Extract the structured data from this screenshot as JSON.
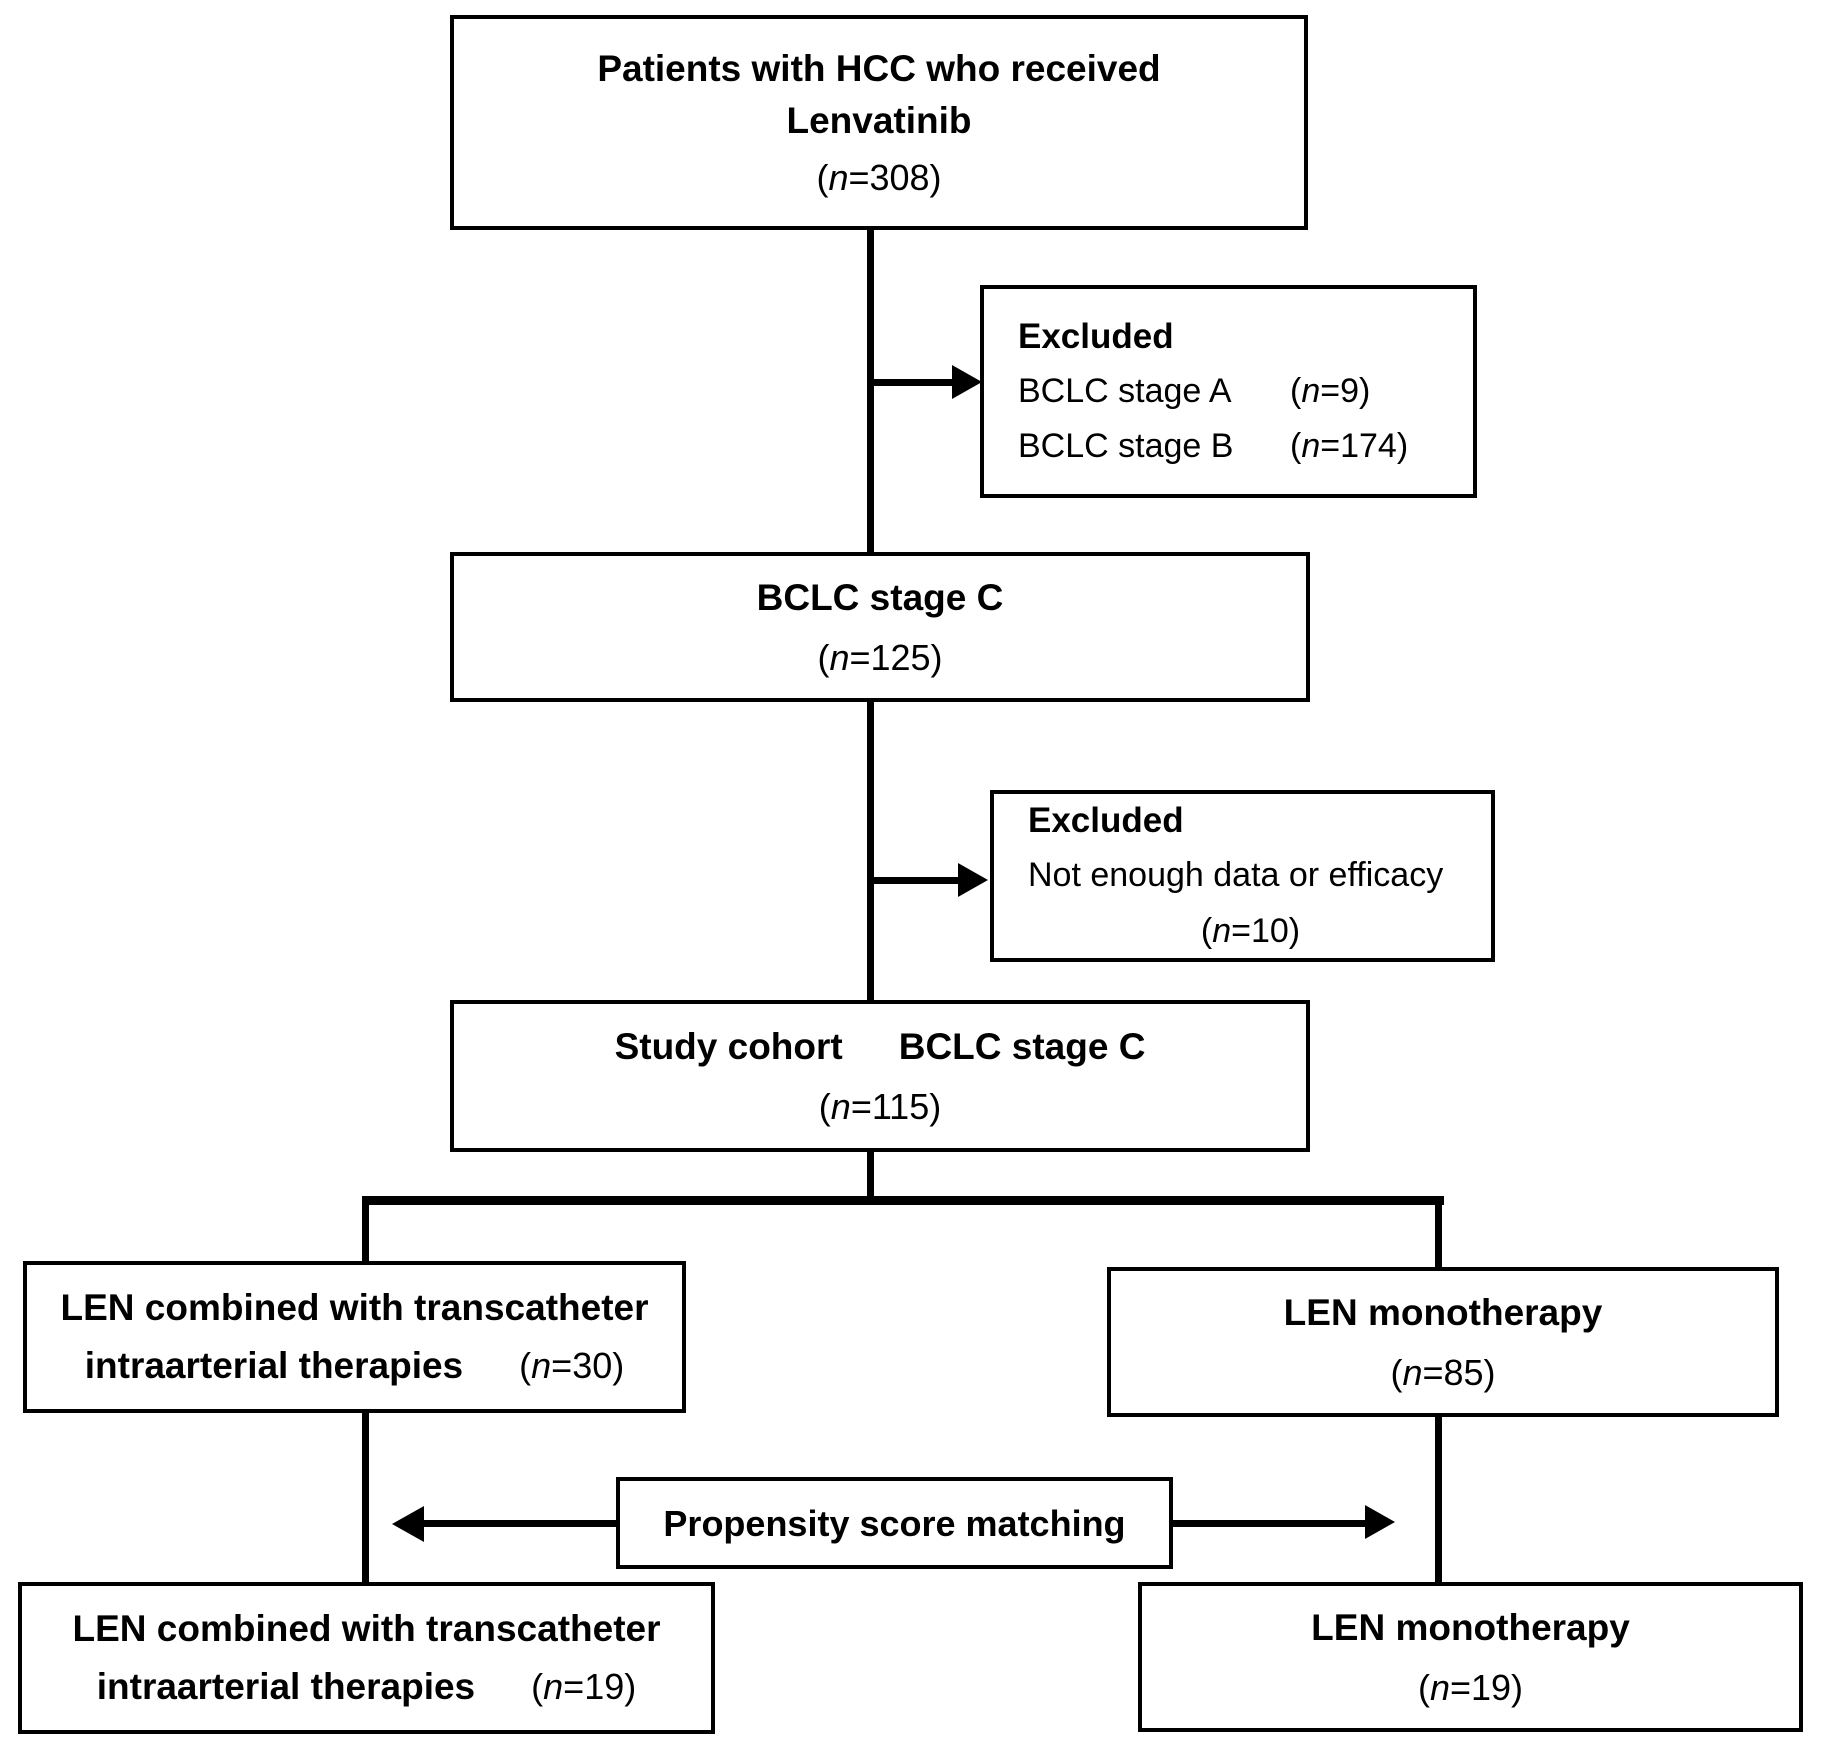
{
  "diagram": {
    "colors": {
      "line": "#000000",
      "background": "#ffffff"
    },
    "nodes": {
      "patients": {
        "line1": "Patients with HCC who received",
        "line2": "Lenvatinib",
        "count": {
          "prefix": "(",
          "var": "n",
          "suffix": "=308)"
        }
      },
      "excluded1": {
        "heading": "Excluded",
        "rows": [
          {
            "label": "BCLC stage A",
            "count": {
              "prefix": "(",
              "var": "n",
              "suffix": "=9)"
            }
          },
          {
            "label": "BCLC stage B",
            "count": {
              "prefix": "(",
              "var": "n",
              "suffix": "=174)"
            }
          }
        ]
      },
      "bclc_c": {
        "line1": "BCLC stage C",
        "count": {
          "prefix": "(",
          "var": "n",
          "suffix": "=125)"
        }
      },
      "excluded2": {
        "heading": "Excluded",
        "line1": "Not enough data or efficacy",
        "count": {
          "prefix": "(",
          "var": "n",
          "suffix": "=10)"
        }
      },
      "study": {
        "title_left": "Study cohort",
        "title_right": "BCLC stage C",
        "count": {
          "prefix": "(",
          "var": "n",
          "suffix": "=115)"
        }
      },
      "combo30": {
        "line1": "LEN combined with transcatheter",
        "line2": "intraarterial therapies",
        "count": {
          "prefix": "(",
          "var": "n",
          "suffix": "=30)"
        }
      },
      "mono85": {
        "line1": "LEN monotherapy",
        "count": {
          "prefix": "(",
          "var": "n",
          "suffix": "=85)"
        }
      },
      "psm": {
        "label": "Propensity score matching"
      },
      "combo19": {
        "line1": "LEN combined with transcatheter",
        "line2": "intraarterial therapies",
        "count": {
          "prefix": "(",
          "var": "n",
          "suffix": "=19)"
        }
      },
      "mono19": {
        "line1": "LEN monotherapy",
        "count": {
          "prefix": "(",
          "var": "n",
          "suffix": "=19)"
        }
      }
    }
  }
}
